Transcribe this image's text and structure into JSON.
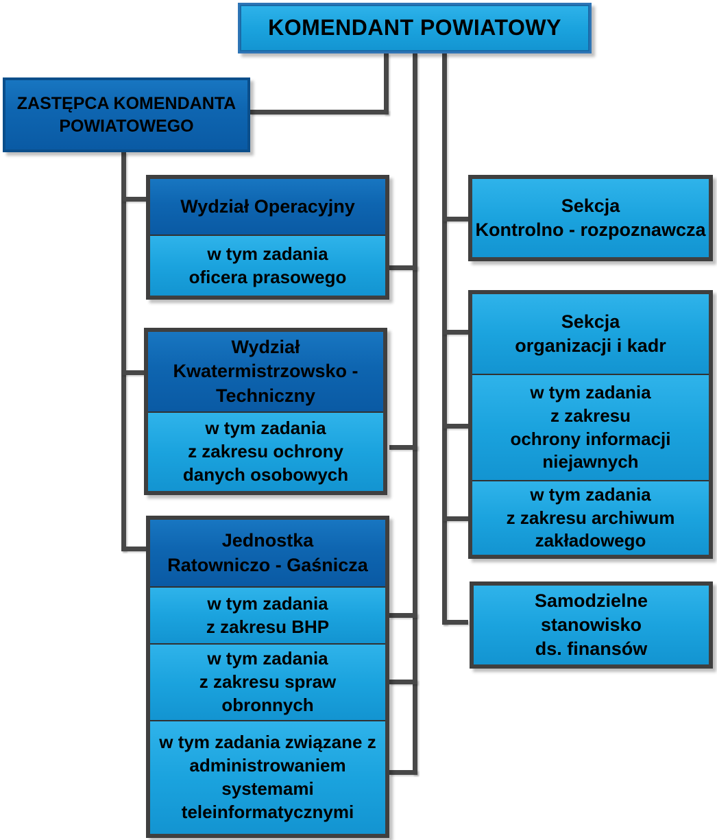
{
  "diagram": {
    "root": {
      "label": "KOMENDANT POWIATOWY"
    },
    "deputy": {
      "label": "ZASTĘPCA KOMENDANTA\nPOWIATOWEGO"
    },
    "left_branch": [
      {
        "header": "Wydział Operacyjny",
        "subs": [
          "w tym zadania\noficera prasowego"
        ]
      },
      {
        "header": "Wydział\nKwatermistrzowsko -\nTechniczny",
        "subs": [
          "w tym zadania\nz zakresu ochrony\ndanych osobowych"
        ]
      },
      {
        "header": "Jednostka\nRatowniczo - Gaśnicza",
        "subs": [
          "w tym zadania\nz zakresu BHP",
          "w tym zadania\nz zakresu spraw\nobronnych",
          "w tym zadania związane z\nadministrowaniem\nsystemami\nteleinformatycznymi"
        ]
      }
    ],
    "right_branch": [
      {
        "header": "Sekcja\nKontrolno - rozpoznawcza",
        "subs": []
      },
      {
        "header": "Sekcja\norganizacji i kadr",
        "subs": [
          "w tym zadania\nz zakresu\nochrony informacji\nniejawnych",
          "w tym zadania\nz zakresu archiwum\nzakładowego"
        ]
      },
      {
        "header": "Samodzielne\nstanowisko\nds. finansów",
        "subs": []
      }
    ],
    "colors": {
      "light_box_top": "#2FB3EA",
      "light_box_bottom": "#1394D1",
      "dark_box_top": "#1876C1",
      "dark_box_bottom": "#0A5AA4",
      "root_border": "#2E75B6",
      "deputy_border": "#0A4E8B",
      "box_outline": "#3F3F3F",
      "connector": "#474747",
      "text": "#000000"
    }
  }
}
